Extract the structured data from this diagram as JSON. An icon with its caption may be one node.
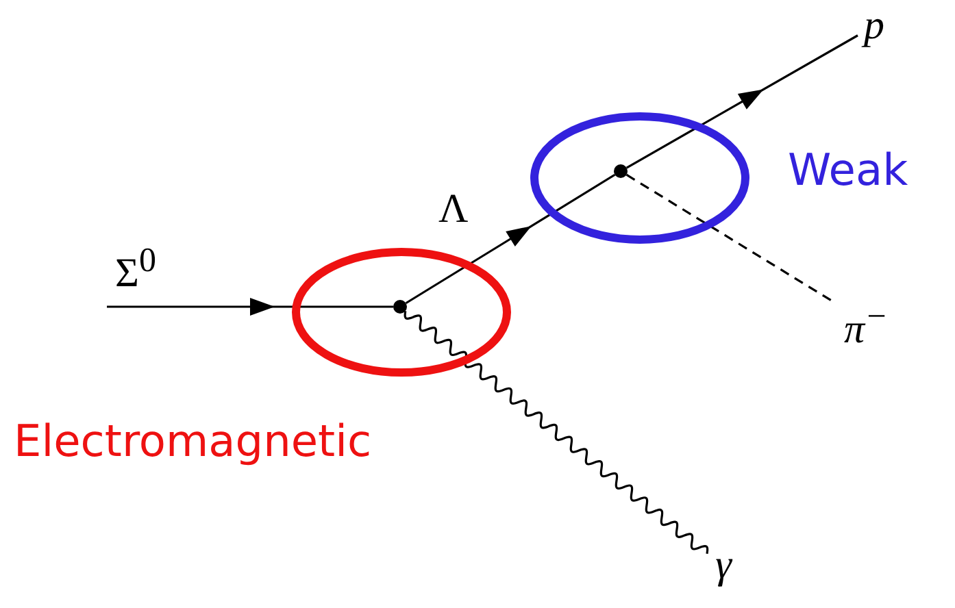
{
  "diagram": {
    "nodes": [
      {
        "text": [
          "Electromagnetic"
        ]
      },
      {
        "text": [],
        "shape": "circle",
        "in": 0
      },
      {
        "text": [
          "Weak"
        ]
      },
      {
        "text": [],
        "shape": "circle",
        "in": 2
      },
      {
        "text": [
          "p"
        ]
      },
      {
        "text": [
          "π$^{−}$"
        ]
      },
      {
        "text": [
          "γ"
        ]
      }
    ],
    "edges": [
      {
        "from": null,
        "to": 1,
        "arrow": "to",
        "label": "Σ$^{0}$"
      },
      {
        "from": 1,
        "to": 3,
        "arrow": "to",
        "label": "Λ"
      },
      {
        "from": 3,
        "to": 4,
        "arrow": "to"
      },
      {
        "from": 3,
        "to": 5,
        "arrow": "none",
        "style": "dashed"
      },
      {
        "from": 1,
        "to": 6,
        "arrow": "none"
      }
    ]
  }
}
